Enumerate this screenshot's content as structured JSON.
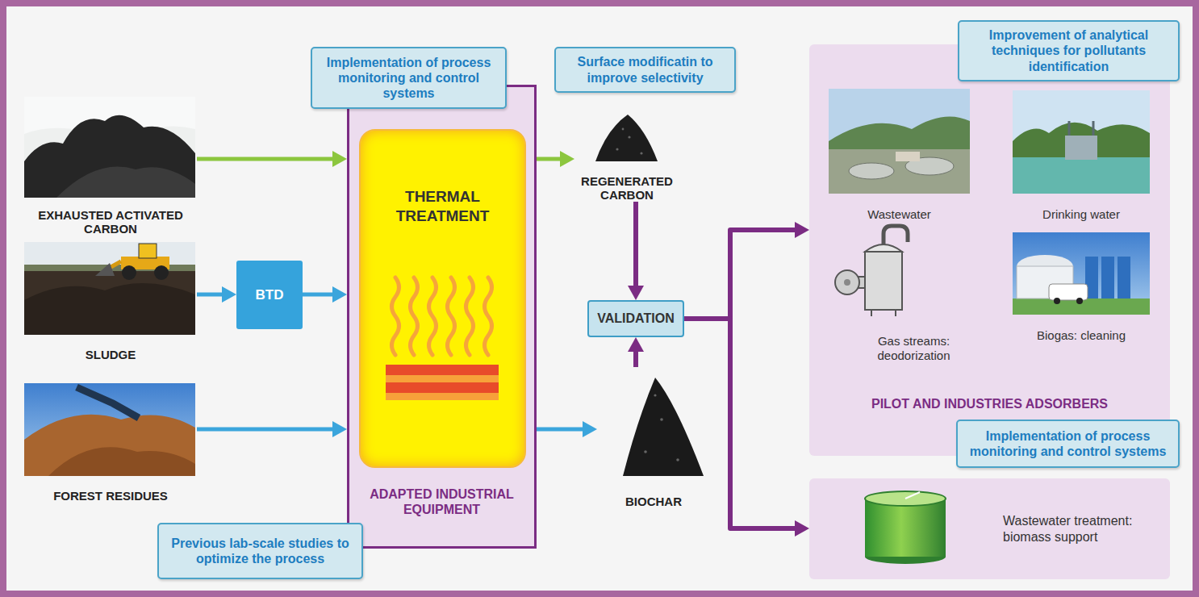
{
  "diagram": {
    "nodes": [
      {
        "text": [
          "EXHAUSTED ACTIVATED CARBON"
        ]
      },
      {
        "text": [
          "SLUDGE"
        ]
      },
      {
        "text": [
          "BTD"
        ]
      },
      {
        "text": [
          "FOREST RESIDUES"
        ]
      },
      {
        "text": [
          "Implementation of process monitoring and control systems"
        ]
      },
      {
        "text": [
          "Surface modificatin to improve selectivity"
        ]
      },
      {
        "text": [
          "ADAPTED INDUSTRIAL EQUIPMENT"
        ]
      },
      {
        "text": [
          "THERMAL TREATMENT"
        ],
        "in": 6
      },
      {
        "text": [
          "Previous lab-scale studies to optimize the process"
        ]
      },
      {
        "text": [
          "REGENERATED CARBON"
        ]
      },
      {
        "text": [
          "VALIDATION"
        ]
      },
      {
        "text": [
          "BIOCHAR"
        ]
      },
      {
        "text": [
          "Improvement of analytical techniques for pollutants identification"
        ]
      },
      {
        "text": [
          "PILOT AND INDUSTRIES ADSORBERS"
        ]
      },
      {
        "text": [
          "Wastewater"
        ],
        "in": 13
      },
      {
        "text": [
          "Drinking water"
        ],
        "in": 13
      },
      {
        "text": [
          "Gas streams: deodorization"
        ],
        "in": 13
      },
      {
        "text": [
          "Biogas: cleaning"
        ],
        "in": 13
      },
      {
        "text": [
          "Implementation of process monitoring and control systems"
        ]
      },
      {
        "text": [
          "Wastewater treatment: biomass support"
        ]
      }
    ],
    "edges": [
      {
        "from": 0,
        "to": 6,
        "arrow": "to"
      },
      {
        "from": 1,
        "to": 2,
        "arrow": "to"
      },
      {
        "from": 2,
        "to": 6,
        "arrow": "to"
      },
      {
        "from": 3,
        "to": 6,
        "arrow": "to"
      },
      {
        "from": 6,
        "to": 9,
        "arrow": "to"
      },
      {
        "from": 6,
        "to": 11,
        "arrow": "to"
      },
      {
        "from": 9,
        "to": 10,
        "arrow": "to"
      },
      {
        "from": 11,
        "to": 10,
        "arrow": "to"
      },
      {
        "from": 10,
        "to": 13,
        "arrow": "to"
      },
      {
        "from": 10,
        "to": 19,
        "arrow": "to"
      }
    ]
  }
}
